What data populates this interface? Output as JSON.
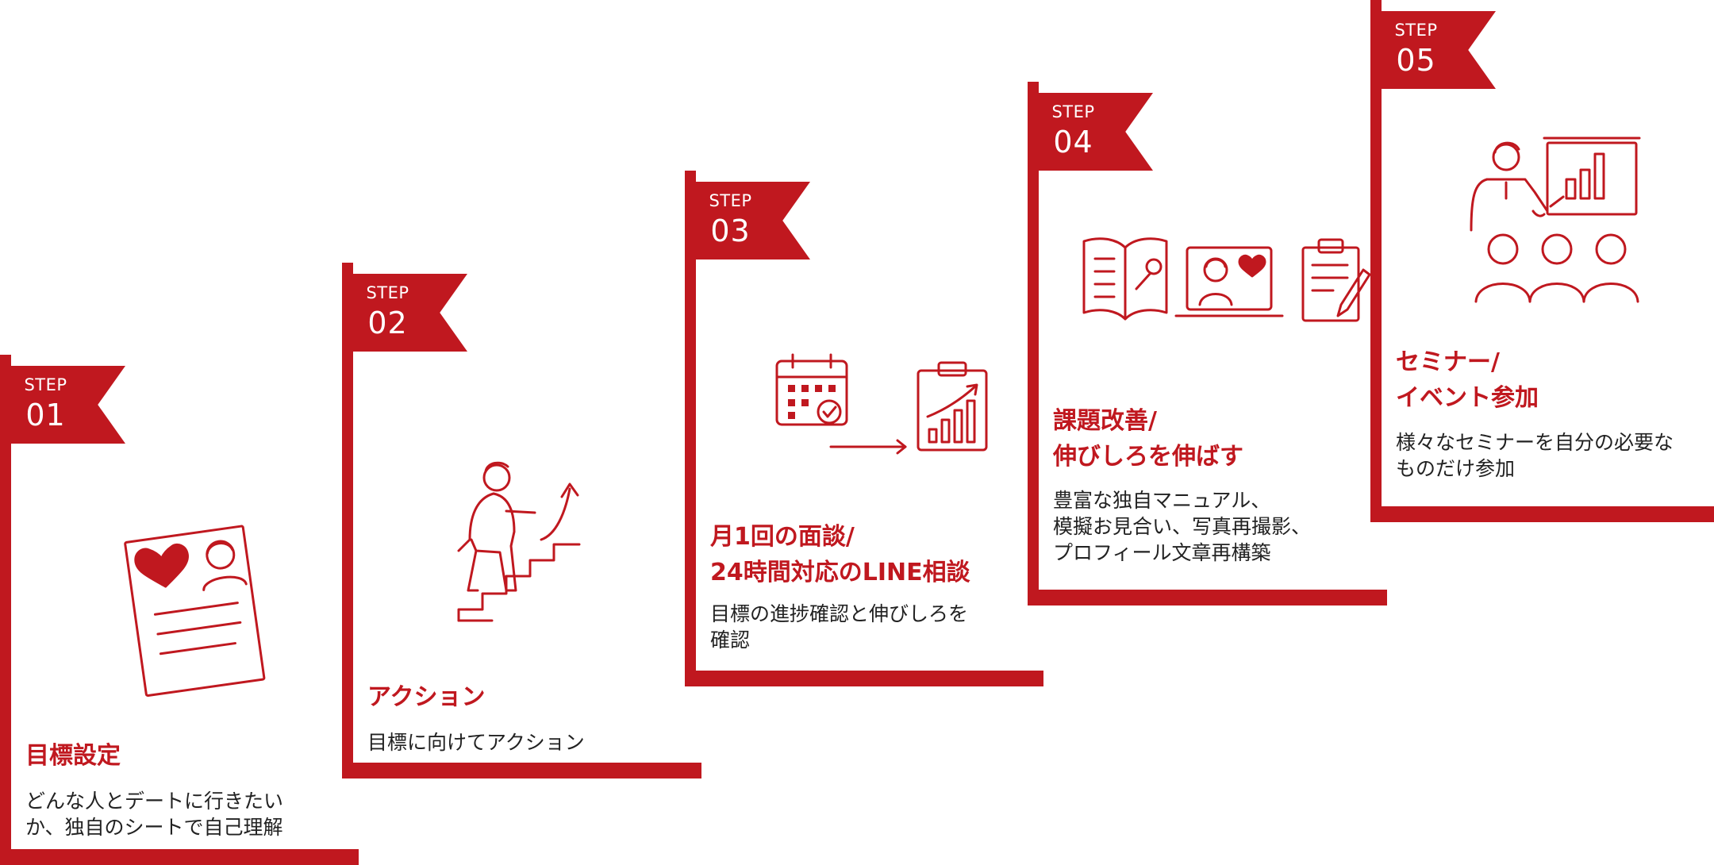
{
  "colors": {
    "accent": "#c0181f"
  },
  "steps": [
    {
      "label": "STEP",
      "number": "01",
      "title": "目標設定",
      "description": "どんな人とデートに行きたい\nか、独自のシートで自己理解",
      "icon": "profile-sheet-heart-icon"
    },
    {
      "label": "STEP",
      "number": "02",
      "title": "アクション",
      "description": "目標に向けてアクション",
      "icon": "person-climbing-stairs-icon"
    },
    {
      "label": "STEP",
      "number": "03",
      "title": "月1回の面談/\n24時間対応のLINE相談",
      "description": "目標の進捗確認と伸びしろを\n確認",
      "icon": "calendar-to-growth-chart-icon"
    },
    {
      "label": "STEP",
      "number": "04",
      "title": "課題改善/\n伸びしろを伸ばす",
      "description": "豊富な独自マニュアル、\n模擬お見合い、写真再撮影、\nプロフィール文章再構築",
      "icon": "manual-video-clipboard-icon"
    },
    {
      "label": "STEP",
      "number": "05",
      "title": "セミナー/\nイベント参加",
      "description": "様々なセミナーを自分の必要な\nものだけ参加",
      "icon": "seminar-presenter-audience-icon"
    }
  ]
}
